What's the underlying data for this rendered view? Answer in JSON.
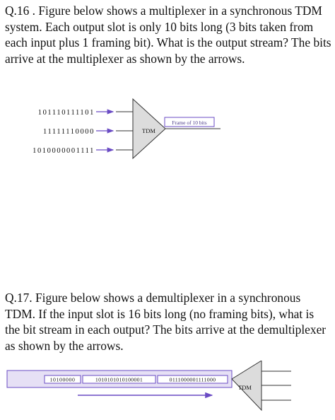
{
  "q16": {
    "text": "Q.16 . Figure below shows a multiplexer in a synchronous TDM system. Each output slot is only 10 bits long (3 bits taken from each input plus 1 framing bit). What is the output stream? The bits arrive at the multiplexer as shown by the arrows."
  },
  "fig1": {
    "inputs": [
      "101110111101",
      "11111110000",
      "1010000001111"
    ],
    "device_label": "TDM",
    "frame_label": "Frame of 10 bits"
  },
  "q17": {
    "text": "Q.17. Figure below shows a demultiplexer in a synchronous TDM. If the input slot is 16 bits long (no framing bits), what is the bit stream in each output? The bits arrive at the demultiplexer as shown by the arrows."
  },
  "fig2": {
    "slots": [
      "10100000",
      "1010101010100001",
      "0111000001111000"
    ],
    "device_label": "TDM"
  },
  "colors": {
    "arrow": "#6a4bc4",
    "slot_border": "#6a4bc4",
    "band_fill": "#e6e0f5",
    "device_fill": "#dcdcdc"
  }
}
